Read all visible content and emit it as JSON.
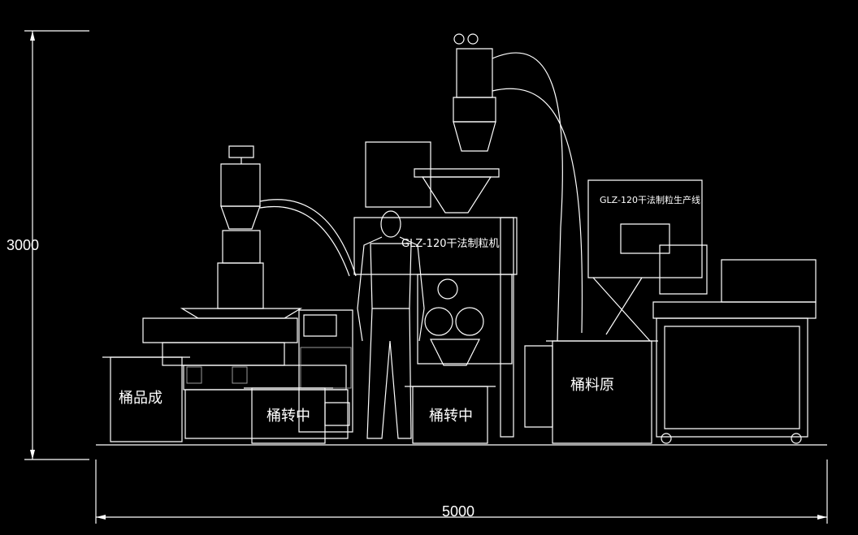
{
  "dimensions": {
    "height_label": "3000",
    "width_label": "5000"
  },
  "machine_label": "GLZ-120干法制粒机",
  "line_label": "GLZ-120干法制粒生产线",
  "buckets": {
    "finished": "桶品成",
    "intermediate_1": "桶转中",
    "intermediate_2": "桶转中",
    "raw": "桶料原"
  },
  "colors": {
    "background": "#000000",
    "line": "#ffffff"
  }
}
